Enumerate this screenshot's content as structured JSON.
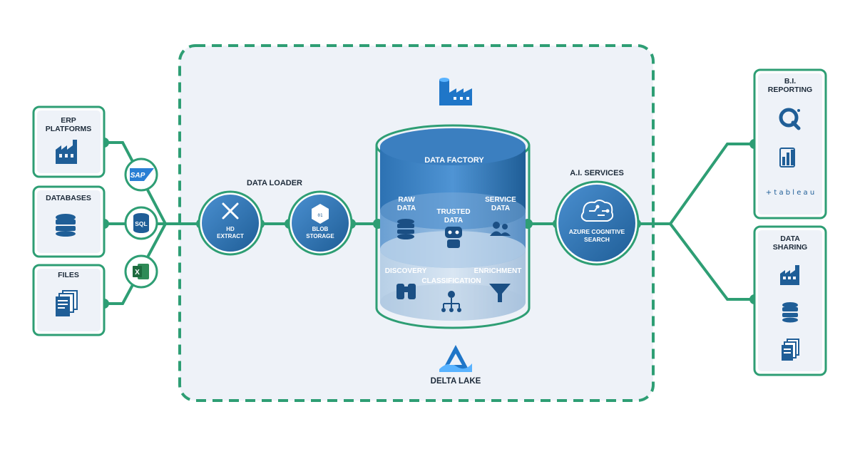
{
  "sources": {
    "erp": {
      "title_line1": "ERP",
      "title_line2": "PLATFORMS",
      "icon": "factory-icon"
    },
    "databases": {
      "title": "DATABASES",
      "icon": "database-icon"
    },
    "files": {
      "title": "FILES",
      "icon": "documents-icon"
    }
  },
  "connectors": {
    "sap": "SAP",
    "sql": "SQL",
    "excel": "X"
  },
  "data_loader": {
    "label": "DATA LOADER",
    "hd_extract": {
      "line1": "HD",
      "line2": "EXTRACT"
    },
    "blob_storage": {
      "line1": "BLOB",
      "line2": "STORAGE"
    }
  },
  "lake": {
    "factory_label": "DATA FACTORY",
    "raw": {
      "line1": "RAW",
      "line2": "DATA"
    },
    "trusted": {
      "line1": "TRUSTED",
      "line2": "DATA"
    },
    "service": {
      "line1": "SERVICE",
      "line2": "DATA"
    },
    "discovery": "DISCOVERY",
    "classification": "CLASSIFICATION",
    "enrichment": "ENRICHMENT",
    "brand": "DELTA LAKE"
  },
  "ai": {
    "label": "A.I. SERVICES",
    "line1": "AZURE COGNITIVE",
    "line2": "SEARCH"
  },
  "outputs": {
    "bi": {
      "line1": "B.I.",
      "line2": "REPORTING",
      "tableau": "+ t a b l e a u"
    },
    "sharing": {
      "line1": "DATA",
      "line2": "SHARING"
    }
  },
  "colors": {
    "green": "#2e9e74",
    "blue_dark": "#1f5e97",
    "blue_mid": "#3b7fc0",
    "panel": "#eef2f8"
  }
}
